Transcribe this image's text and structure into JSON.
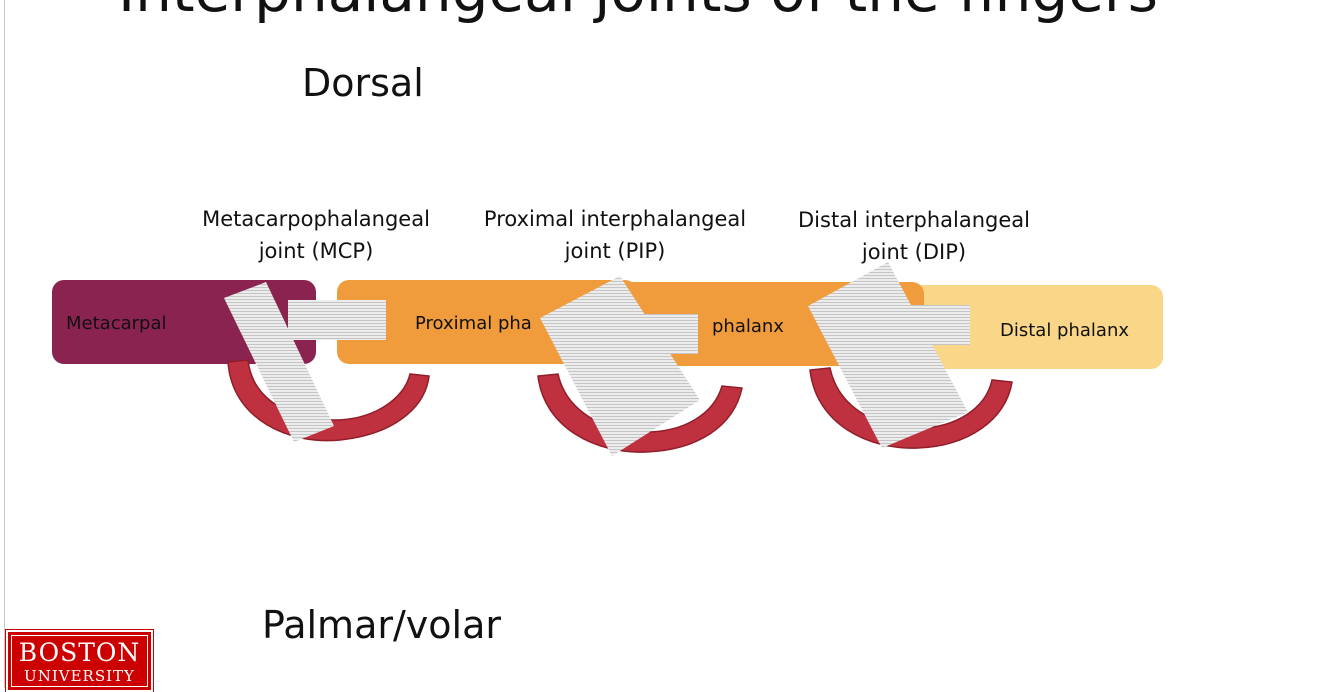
{
  "slide": {
    "title": "Interphalangeal joints of the fingers",
    "dorsal_label": "Dorsal",
    "palmar_label": "Palmar/volar"
  },
  "joints": {
    "mcp": {
      "line1": "Metacarpophalangeal",
      "line2": "joint (MCP)"
    },
    "pip": {
      "line1": "Proximal interphalangeal",
      "line2": "joint (PIP)"
    },
    "dip": {
      "line1": "Distal interphalangeal",
      "line2": "joint (DIP)"
    }
  },
  "bones": {
    "metacarpal": "Metacarpal",
    "proximal": "Proximal pha",
    "middle": "phalanx",
    "distal": "Distal phalanx"
  },
  "colors": {
    "metacarpal": "#8b2350",
    "proximal": "#f09c3c",
    "middle": "#f09c3c",
    "distal": "#fad688",
    "joint_arc": "#c0313f",
    "joint_arc_edge": "#8f1e2a",
    "overlay_fill": "#ececec",
    "overlay_line": "#b4b4b4"
  },
  "logo": {
    "word1": "BOSTON",
    "word2": "UNIVERSITY"
  }
}
